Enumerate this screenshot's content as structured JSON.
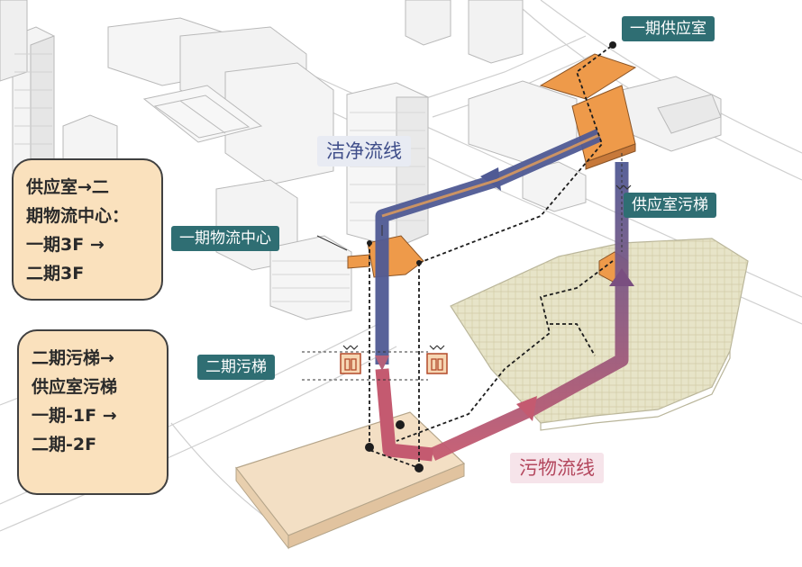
{
  "labels": {
    "phase1_supply_room": "一期供应室",
    "supply_room_dirty_lift": "供应室污梯",
    "phase1_logistics_center": "一期物流中心",
    "phase2_dirty_lift": "二期污梯",
    "clean_flow": "洁净流线",
    "dirty_flow": "污物流线"
  },
  "notes": {
    "clean_route": [
      "供应室→二",
      "期物流中心：",
      "一期3F →",
      "二期3F"
    ],
    "dirty_route": [
      "二期污梯→",
      "供应室污梯",
      "一期-1F →",
      "二期-2F"
    ]
  },
  "colors": {
    "clean_flow": "#4f5a94",
    "dirty_flow": "#c45a70",
    "building_highlight": "#ee9a4a",
    "label_bg": "#2f6e73",
    "note_bg": "#fae1bd",
    "site_plan": "#e7e4c8",
    "base_block": "#f3dfc4"
  },
  "icons": [
    "elevator-icon",
    "elevator-icon"
  ]
}
